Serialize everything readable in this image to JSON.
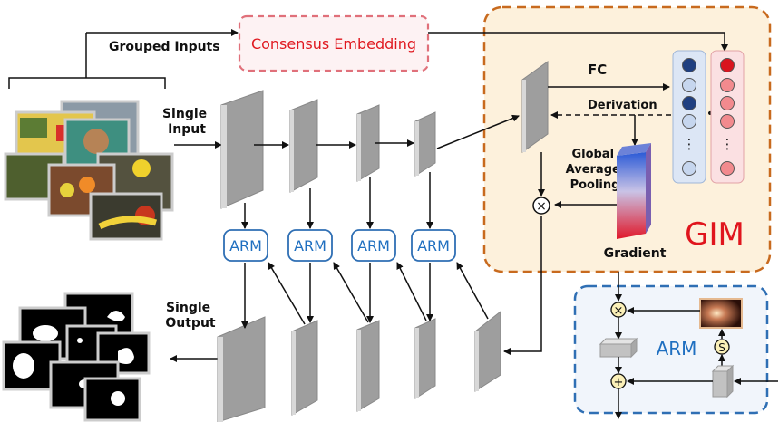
{
  "labels": {
    "grouped_inputs": "Grouped Inputs",
    "consensus_embedding": "Consensus Embedding",
    "single_input": [
      "Single",
      "Input"
    ],
    "single_output": [
      "Single",
      "Output"
    ],
    "fc": "FC",
    "derivation": "Derivation",
    "gap": [
      "Global",
      "Average",
      "Pooling"
    ],
    "gradient": "Gradient",
    "gim": "GIM",
    "arm": "ARM",
    "vdots": "⋮",
    "dot": "•",
    "multiply": "×",
    "add": "+",
    "sigmoid": "S"
  },
  "colors": {
    "gim_border": "#c86a1e",
    "gim_fill": "#fdf1dc",
    "arm_border": "#2f6fb4",
    "arm_text": "#1f6fc0",
    "arm_box_fill": "#f1f5fb",
    "consensus_border": "#e0707a",
    "consensus_text": "#e0181f",
    "gim_text": "#e0151d",
    "node_fill": "#fbf0b8",
    "vector_left": "#dce6f5",
    "vector_right": "#fbe0e2",
    "dot_dark": "#1f3f80",
    "dot_light": "#c6d6ee",
    "dot_red": "#d9141e",
    "dot_pink": "#f28a8e"
  },
  "icons": [
    "grouped-input-image-collage",
    "binary-mask-collage",
    "feature-slab",
    "gradient-bar",
    "multiply-node",
    "add-node",
    "sigmoid-node",
    "attention-map-thumbnail"
  ]
}
